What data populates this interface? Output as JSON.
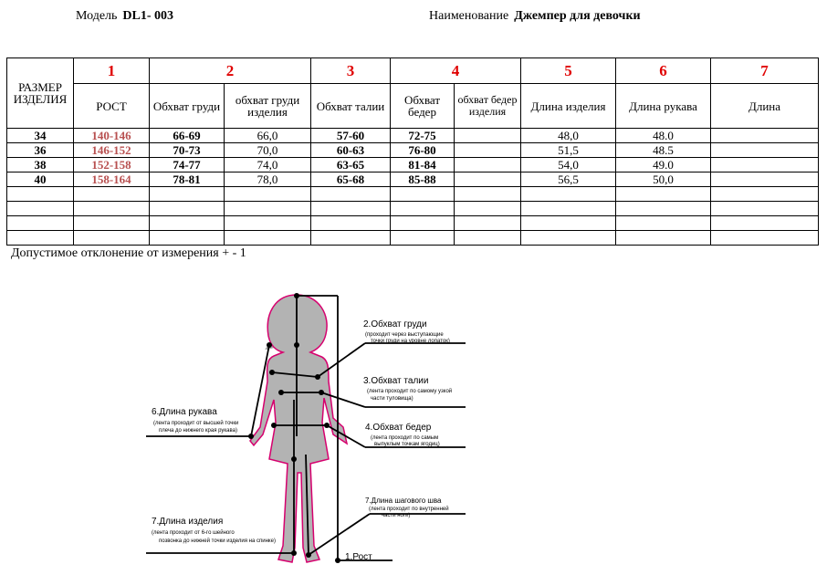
{
  "header": {
    "model_label": "Модель",
    "model_value": "DL1- 003",
    "name_label": "Наименование",
    "name_value": "Джемпер  для  девочки"
  },
  "table": {
    "size_header": "РАЗМЕР ИЗДЕЛИЯ",
    "group_numbers": [
      "1",
      "2",
      "3",
      "4",
      "5",
      "6",
      "7"
    ],
    "columns": [
      "РОСТ",
      "Обхват груди",
      "обхват  груди изделия",
      "Обхват талии",
      "Обхват бедер",
      "обхват бедер изделия",
      "Длина изделия",
      "Длина рукава",
      "Длина"
    ],
    "rows": [
      [
        "34",
        "140-146",
        "66-69",
        "66,0",
        "57-60",
        "72-75",
        "",
        "48,0",
        "48.0",
        ""
      ],
      [
        "36",
        "146-152",
        "70-73",
        "70,0",
        "60-63",
        "76-80",
        "",
        "51,5",
        "48.5",
        ""
      ],
      [
        "38",
        "152-158",
        "74-77",
        "74,0",
        "63-65",
        "81-84",
        "",
        "54,0",
        "49.0",
        ""
      ],
      [
        "40",
        "158-164",
        "78-81",
        "78,0",
        "65-68",
        "85-88",
        "",
        "56,5",
        "50,0",
        ""
      ]
    ],
    "empty_rows": 4
  },
  "note": "Допустимое отклонение от измерения    + - 1",
  "figure": {
    "labels": [
      {
        "title": "2.Обхват груди",
        "desc1": "(проходит через выступающие",
        "desc2": "точки груди на уровне лопаток)"
      },
      {
        "title": "3.Обхват талии",
        "desc1": "(лента проходит по самому узкой",
        "desc2": "части туловища)"
      },
      {
        "title": "4.Обхват бедер",
        "desc1": "(лента проходит по самым",
        "desc2": "выпуклым точкам  ягодиц)"
      },
      {
        "title": "6.Длина рукава",
        "desc1": "(лента проходит от высшей точки",
        "desc2": "плеча до нижнего края рукава)"
      },
      {
        "title": "7.Длина шагового шва",
        "desc1": "(лента проходит по внутренней",
        "desc2": "части ноги)"
      },
      {
        "title": "7.Длина изделия",
        "desc1": "(лента проходит от 6-го шейного",
        "desc2": "позвонка до нижней точки изделия на спинке)"
      },
      {
        "title": "1.Рост"
      }
    ]
  }
}
